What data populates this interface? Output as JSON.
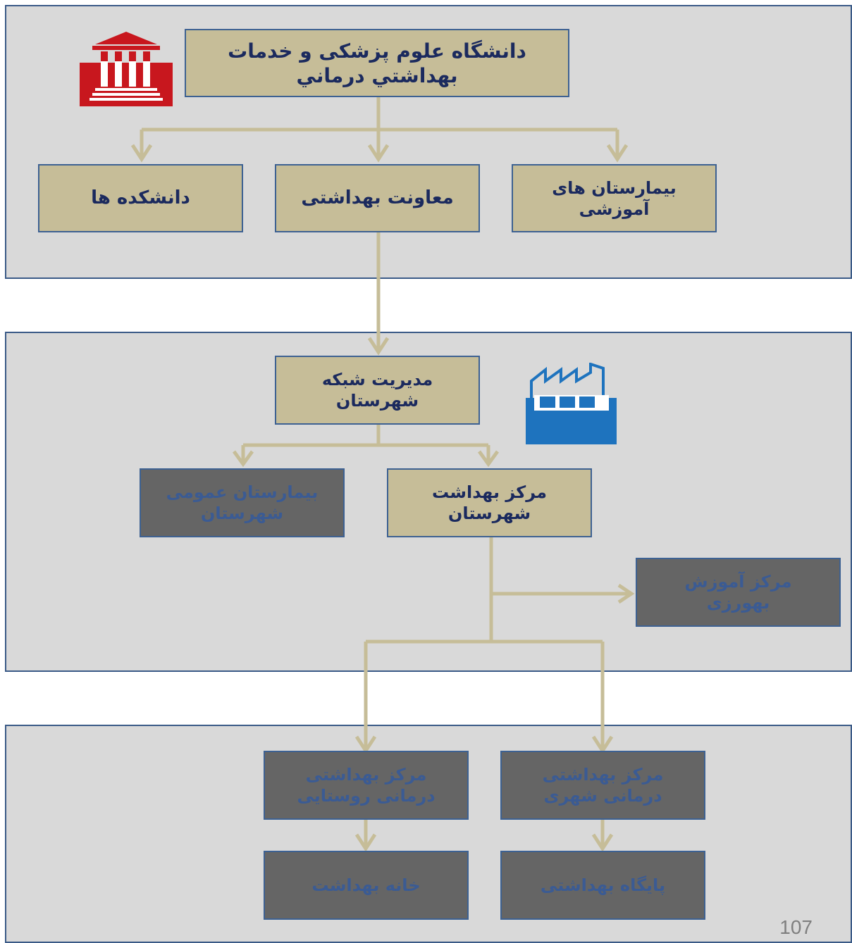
{
  "colors": {
    "panel_bg": "#d9d9d9",
    "panel_border": "#3a5a87",
    "box_tan": "#c6bd98",
    "box_gray": "#656565",
    "connector": "#c6bd98",
    "university_icon": "#c8171e",
    "factory_icon": "#1e73be"
  },
  "icons": {
    "university": "university-building-icon",
    "factory": "factory-icon"
  },
  "university": {
    "title": "دانشگاه علوم پزشكی و خدمات\nبهداشتي درماني",
    "teaching_hospitals": "بیمارستان های\nآموزشی",
    "health_deputy": "معاونت بهداشتی",
    "faculties": "دانشکده ها"
  },
  "district": {
    "network_management": "مدیریت شبکه\nشهرستان",
    "health_center": "مرکز بهداشت\nشهرستان",
    "general_hospital": "بیمارستان عمومی\nشهرستان",
    "behvarz_training": "مرکز آموزش\nبهورزی"
  },
  "local": {
    "urban_center": "مرکز بهداشتی\nدرمانی شهری",
    "rural_center": "مرکز بهداشتی\nدرمانی روستایی",
    "health_post": "پایگاه بهداشتی",
    "health_house": "خانه بهداشت"
  },
  "page_number": "107"
}
